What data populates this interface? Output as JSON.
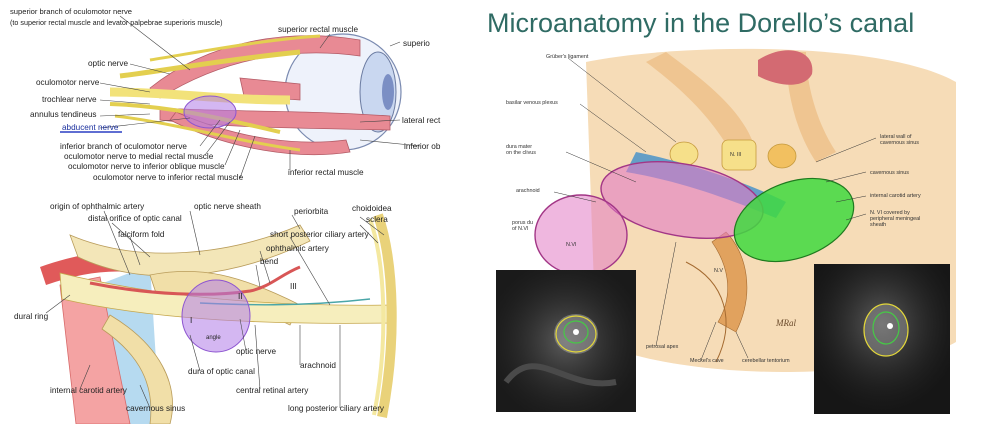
{
  "title": "Microanatomy in the Dorello’s canal",
  "top_left": {
    "labels": {
      "superior_branch": "superior branch of oculomotor nerve",
      "superior_branch_note": "(to superior rectal muscle and levator palpebrae superioris muscle)",
      "superior_rectal_muscle": "superior rectal muscle",
      "superior_cut": "superio",
      "optic_nerve": "optic nerve",
      "oculomotor_nerve": "oculomotor nerve",
      "trochlear_nerve": "trochlear nerve",
      "annulus_tendineus": "annulus tendineus",
      "abducent_nerve": "abducent nerve",
      "lateral_rect": "lateral rect",
      "inferior_branch": "inferior branch of oculomotor nerve",
      "to_medial": "oculomotor nerve to medial rectal muscle",
      "to_inf_oblique": "oculomotor nerve to inferior oblique muscle",
      "to_inf_rectal": "oculomotor nerve to inferior rectal muscle",
      "inferior_ob": "inferior ob",
      "inferior_rectal_muscle": "inferior rectal muscle"
    }
  },
  "bottom_left": {
    "labels": {
      "origin_ophthalmic": "origin of ophthalmic artery",
      "distal_orifice": "distal orifice of optic canal",
      "falciform_fold": "falciform fold",
      "optic_nerve_sheath": "optic nerve sheath",
      "periorbita": "periorbita",
      "choidoidea": "choidoidea",
      "sclera": "sclera",
      "short_posterior": "short posterior ciliary artery",
      "ophthalmic_artery": "ophthalmic artery",
      "bend": "bend",
      "dural_ring": "dural ring",
      "optic_nerve": "optic nerve",
      "arachnoid": "arachnoid",
      "dura_optic_canal": "dura of optic canal",
      "internal_carotid": "internal carotid artery",
      "central_retinal": "central retinal artery",
      "cavernous_sinus": "cavernous sinus",
      "long_posterior": "long posterior ciliary artery",
      "roman_one": "I",
      "roman_two": "II",
      "roman_three": "III",
      "angle": "angle"
    }
  },
  "right": {
    "labels": {
      "grubers": "Grüber's ligament",
      "basilar": "basilar venous plexus",
      "dura_mater": "dura mater\non the clivus",
      "arachnoid": "arachnoid",
      "porus": "porus du\nof N.VI",
      "lateral_wall": "lateral wall of\ncavernous sinus",
      "cavernous_sinus": "cavernous sinus",
      "internal_carotid": "internal carotid artery",
      "n6_covered": "N. VI covered by\nperipheral meningeal\nsheath",
      "petrosal_apex": "petrosal apex",
      "meckels": "Meckel's cave",
      "cerebellar": "cerebellar tentorium",
      "n3": "N. III",
      "n5": "N.V",
      "n6": "N.VI",
      "signature": "MRal"
    }
  },
  "colors": {
    "title": "#2f6b64",
    "muscle": "#e88a94",
    "nerve": "#f2e27a",
    "highlight_purple": "#b07be8",
    "highlight_pink": "#e27cc4",
    "highlight_green": "#3fd93f",
    "abducent_underline": "#2a3fc4"
  }
}
